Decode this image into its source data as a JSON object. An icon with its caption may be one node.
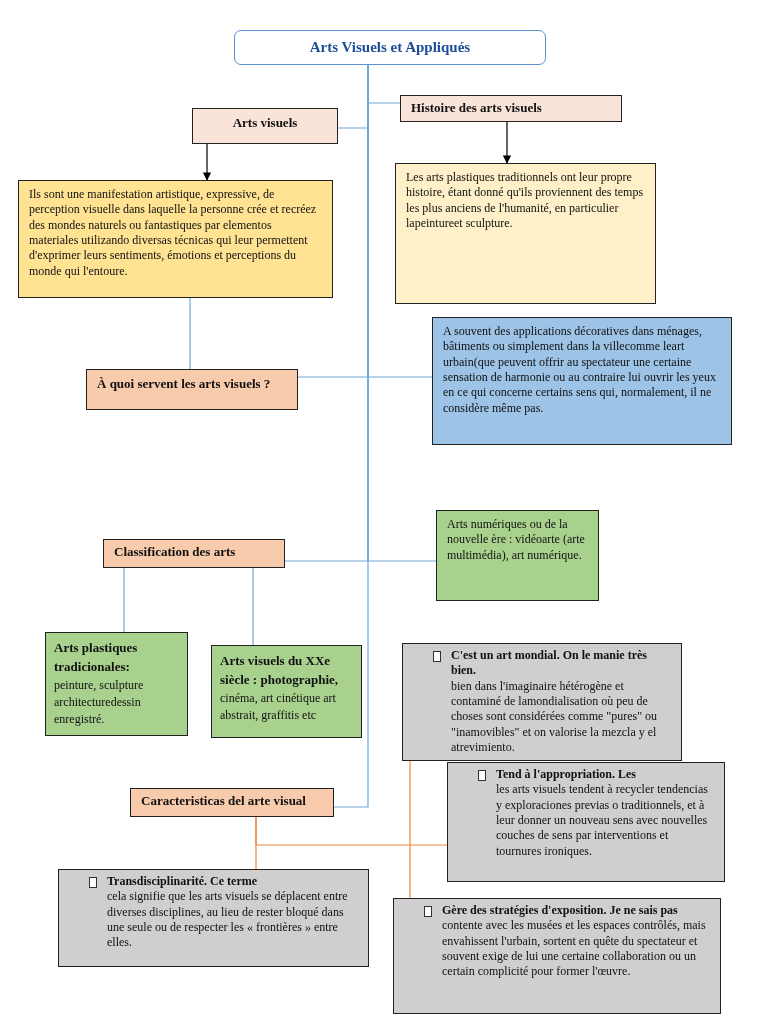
{
  "diagram": {
    "nodes": [
      {
        "text": [
          "Arts Visuels et Appliqués"
        ]
      },
      {
        "text": [
          "Arts visuels"
        ]
      },
      {
        "text": [
          "Histoire des arts visuels"
        ]
      },
      {
        "text": [
          "Ils sont une manifestation artistique, expressive, de perception visuelle dans laquelle la personne crée et recréez des mondes naturels ou fantastiques par elementos materiales utilizando diversas técnicas qui leur permettent d'exprimer leurs sentiments, émotions et perceptions du monde qui l'entoure."
        ]
      },
      {
        "text": [
          "Les arts plastiques traditionnels ont leur propre histoire, étant donné qu'ils proviennent des temps les plus anciens de l'humanité, en particulier lapeintureet sculpture."
        ]
      },
      {
        "text": [
          "À quoi servent les arts visuels ?"
        ]
      },
      {
        "text": [
          "A souvent des applications décoratives dans ménages, bâtiments ou simplement dans la villecomme leart urbain(que peuvent offrir au spectateur une certaine sensation de harmonie ou au contraire lui ouvrir les yeux en ce qui concerne certains sens qui, normalement, il ne considère même pas."
        ]
      },
      {
        "text": [
          "Classification des arts"
        ]
      },
      {
        "text": [
          "Arts numériques ou de la nouvelle ère : vidéoarte (arte multimédia), art numérique."
        ]
      },
      {
        "text": [
          "Arts plastiques tradicionales:",
          "peinture, sculpture architecturedessin enregistré."
        ]
      },
      {
        "text": [
          "Arts visuels du XXe siècle : photographie,",
          "cinéma, art cinétique art abstrait, graffitis etc"
        ]
      },
      {
        "text": [
          "C'est un art mondial. On le manie très bien.",
          "bien dans l'imaginaire hétérogène et contaminé de lamondialisation où peu de choses sont considérées comme \"pures\" ou \"inamovibles\" et on valorise la mezcla y el atrevimiento."
        ]
      },
      {
        "text": [
          "Caracteristicas del arte visual"
        ]
      },
      {
        "text": [
          "Tend à l'appropriation. Les",
          "les arts visuels tendent à recycler tendencias y exploraciones previas o traditionnels, et à leur donner un nouveau sens avec nouvelles couches de sens par interventions et tournures ironiques."
        ]
      },
      {
        "text": [
          "Transdisciplinarité. Ce terme",
          "cela signifie que les arts visuels se déplacent entre diverses disciplines, au lieu de rester bloqué dans une seule ou de respecter les « frontières » entre elles."
        ]
      },
      {
        "text": [
          "Gère des stratégies d'exposition. Je ne sais pas",
          "contente avec les musées et les espaces contrôlés, mais envahissent l'urbain, sortent en quête du spectateur et souvent exige de lui une certaine collaboration ou un certain complicité pour former l'œuvre."
        ]
      }
    ],
    "edges": [
      {
        "from": 0,
        "to": 1,
        "arrow": "none"
      },
      {
        "from": 0,
        "to": 2,
        "arrow": "none"
      },
      {
        "from": 1,
        "to": 3,
        "arrow": "to",
        "color": "#000000"
      },
      {
        "from": 2,
        "to": 4,
        "arrow": "to",
        "color": "#000000"
      },
      {
        "from": 3,
        "to": 5,
        "arrow": "none"
      },
      {
        "from": 0,
        "to": 5,
        "arrow": "none"
      },
      {
        "from": 0,
        "to": 6,
        "arrow": "none"
      },
      {
        "from": 0,
        "to": 7,
        "arrow": "none"
      },
      {
        "from": 0,
        "to": 8,
        "arrow": "none"
      },
      {
        "from": 7,
        "to": 9,
        "arrow": "none"
      },
      {
        "from": 7,
        "to": 10,
        "arrow": "none"
      },
      {
        "from": 0,
        "to": 12,
        "arrow": "none"
      },
      {
        "from": 12,
        "to": 14,
        "arrow": "none",
        "color": "#f0873a"
      },
      {
        "from": 12,
        "to": 13,
        "arrow": "none",
        "color": "#f0873a"
      },
      {
        "from": 11,
        "to": 15,
        "arrow": "none",
        "color": "#f0873a"
      }
    ]
  }
}
